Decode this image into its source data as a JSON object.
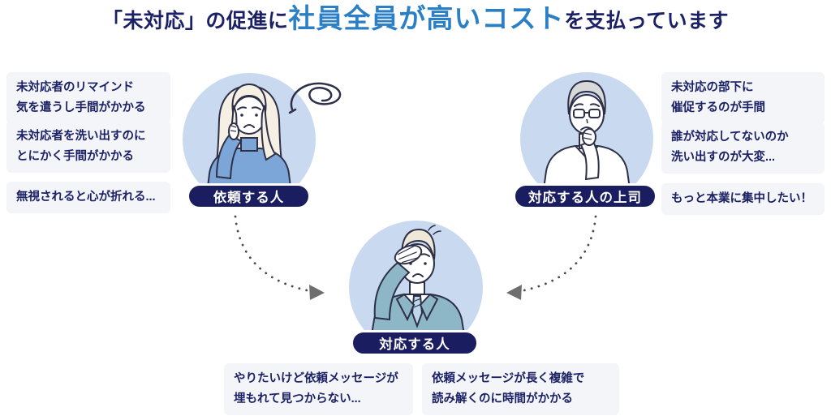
{
  "title": {
    "prefix": "「未対応」の促進に",
    "highlight": "社員全員が高いコスト",
    "suffix": "を支払っています"
  },
  "actors": {
    "requester": {
      "label": "依頼する人",
      "illustration": "worried-woman-with-annoyance-scribble",
      "notes": [
        "未対応者のリマインド\n気を遣うし手間がかかる",
        "未対応者を洗い出すのに\nとにかく手間がかかる",
        "無視されると心が折れる..."
      ]
    },
    "manager": {
      "label": "対応する人の上司",
      "illustration": "worried-older-man-with-glasses",
      "notes": [
        "未対応の部下に\n催促するのが手間",
        "誰が対応してないのか\n洗い出すのが大変...",
        "もっと本業に集中したい！"
      ]
    },
    "responder": {
      "label": "対応する人",
      "illustration": "stressed-man-hand-on-forehead",
      "notes": [
        "やりたいけど依頼メッセージが\n埋もれて見つからない...",
        "依頼メッセージが長く複雑で\n読み解くのに時間がかかる"
      ]
    }
  },
  "colors": {
    "title_navy": "#1b2164",
    "title_blue": "#2b80c5",
    "note_bg": "#f3f5f8",
    "note_text": "#1b2164",
    "circle_fill": "#c9d9f0",
    "badge_bg": "#1a1d5f",
    "badge_text": "#ffffff",
    "arrow_dots": "#4a4a4a",
    "arrowhead": "#6e6e6e"
  }
}
